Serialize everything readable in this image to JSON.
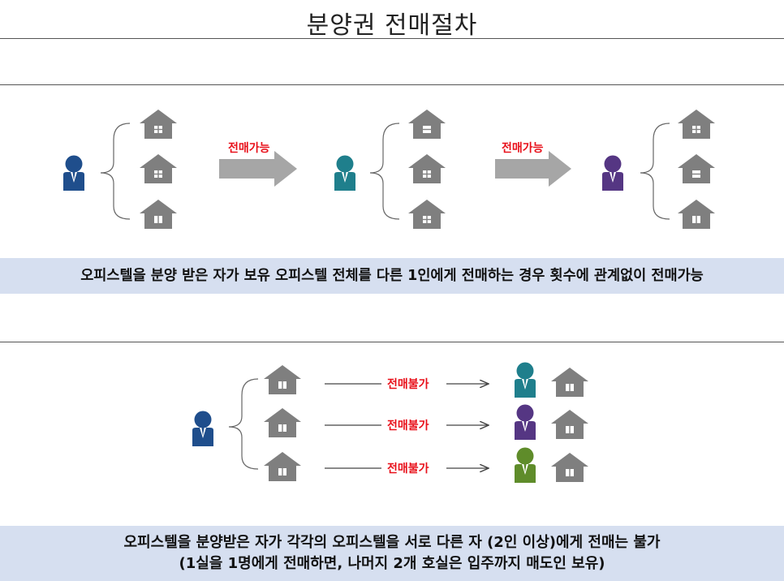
{
  "title": "분양권 전매절차",
  "top_section": {
    "arrow_labels": [
      "전매가능",
      "전매가능"
    ],
    "caption": "오피스텔을 분양 받은 자가 보유 오피스텔 전체를 다른 1인에게 전매하는 경우 횟수에 관계없이 전매가능"
  },
  "bottom_section": {
    "arrow_labels": [
      "전매불가",
      "전매불가",
      "전매불가"
    ],
    "caption_line1": "오피스텔을 분양받은 자가 각각의 오피스텔을 서로 다른 자 (2인 이상)에게 전매는 불가",
    "caption_line2": "(1실을 1명에게 전매하면, 나머지 2개 호실은 입주까지 매도인 보유)"
  },
  "colors": {
    "house": "#7f7f7f",
    "arrow": "#a6a6a6",
    "label_red": "#e8101a",
    "person_navy": "#1f4e8c",
    "person_teal": "#1f7f8c",
    "person_purple": "#553683",
    "person_green": "#5f8c2a",
    "band": "#d6dff0"
  },
  "icons": [
    "person-icon",
    "house-icon",
    "brace-icon",
    "arrow-right-icon"
  ]
}
